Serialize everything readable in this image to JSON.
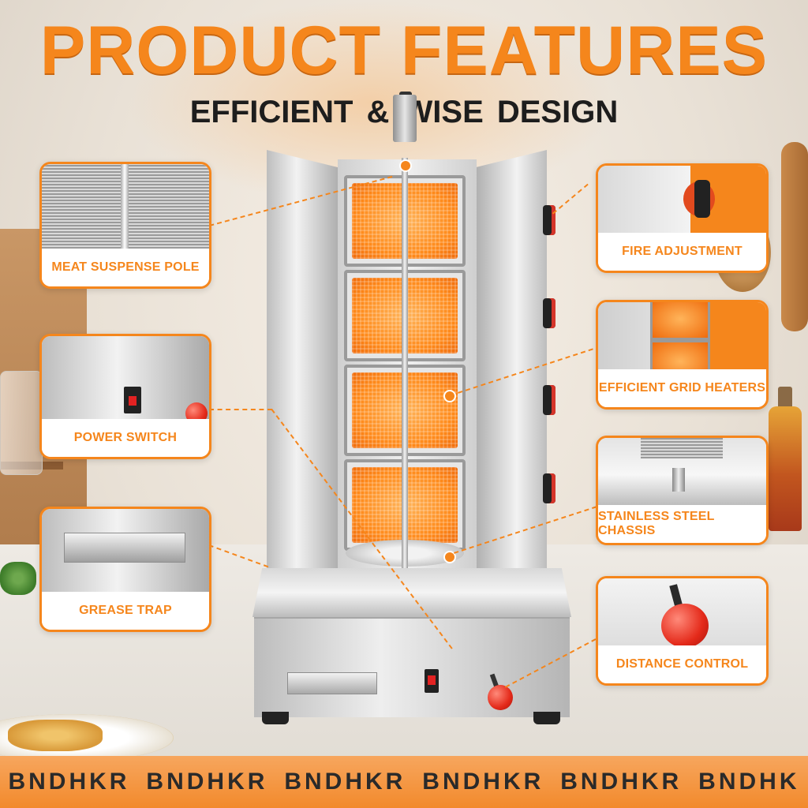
{
  "header": {
    "title": "PRODUCT FEATURES",
    "subtitle": "EFFICIENT & WISE DESIGN"
  },
  "colors": {
    "accent": "#f5861c",
    "heater": "#ff8a1a",
    "steel": "#d9d9d9",
    "text_dark": "#1d1d1d"
  },
  "callouts": {
    "meat_suspense_pole": "MEAT SUSPENSE POLE",
    "power_switch": "POWER SWITCH",
    "grease_trap": "GREASE TRAP",
    "fire_adjustment": "FIRE ADJUSTMENT",
    "efficient_grid_heaters": "EFFICIENT GRID HEATERS",
    "stainless_steel_chassis": "STAINLESS STEEL CHASSIS",
    "distance_control": "DISTANCE CONTROL"
  },
  "brand": {
    "words": [
      "BNDHKR",
      "BNDHKR",
      "BNDHKR",
      "BNDHKR",
      "BNDHKR",
      "BNDHK"
    ]
  }
}
